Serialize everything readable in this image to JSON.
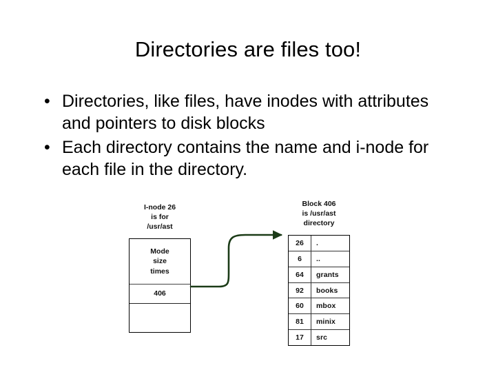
{
  "slide": {
    "title": "Directories are files too!",
    "bullet_marker": "•",
    "bullets": [
      "Directories, like files, have inodes with attributes and pointers to disk blocks",
      "Each directory contains the name and i-node for each file in the directory."
    ]
  },
  "diagram": {
    "inode_caption": "I-node 26\nis for\n/usr/ast",
    "block_caption": "Block 406\nis /usr/ast\ndirectory",
    "inode_box": {
      "attributes_cell": "Mode\nsize\ntimes",
      "block_pointer_cell": "406",
      "empty_cell": ""
    },
    "directory_table": {
      "rows": [
        {
          "inode": "26",
          "name": "."
        },
        {
          "inode": "6",
          "name": ".."
        },
        {
          "inode": "64",
          "name": "grants"
        },
        {
          "inode": "92",
          "name": "books"
        },
        {
          "inode": "60",
          "name": "mbox"
        },
        {
          "inode": "81",
          "name": "minix"
        },
        {
          "inode": "17",
          "name": "src"
        }
      ]
    },
    "connector": {
      "label": "pointer-from-inode-406-to-directory-block",
      "color": "#1b3b17"
    }
  },
  "colors": {
    "background": "#ffffff",
    "text": "#000000",
    "diagram_text": "#111111",
    "arrow_green": "#1b3b17",
    "border": "#000000"
  }
}
